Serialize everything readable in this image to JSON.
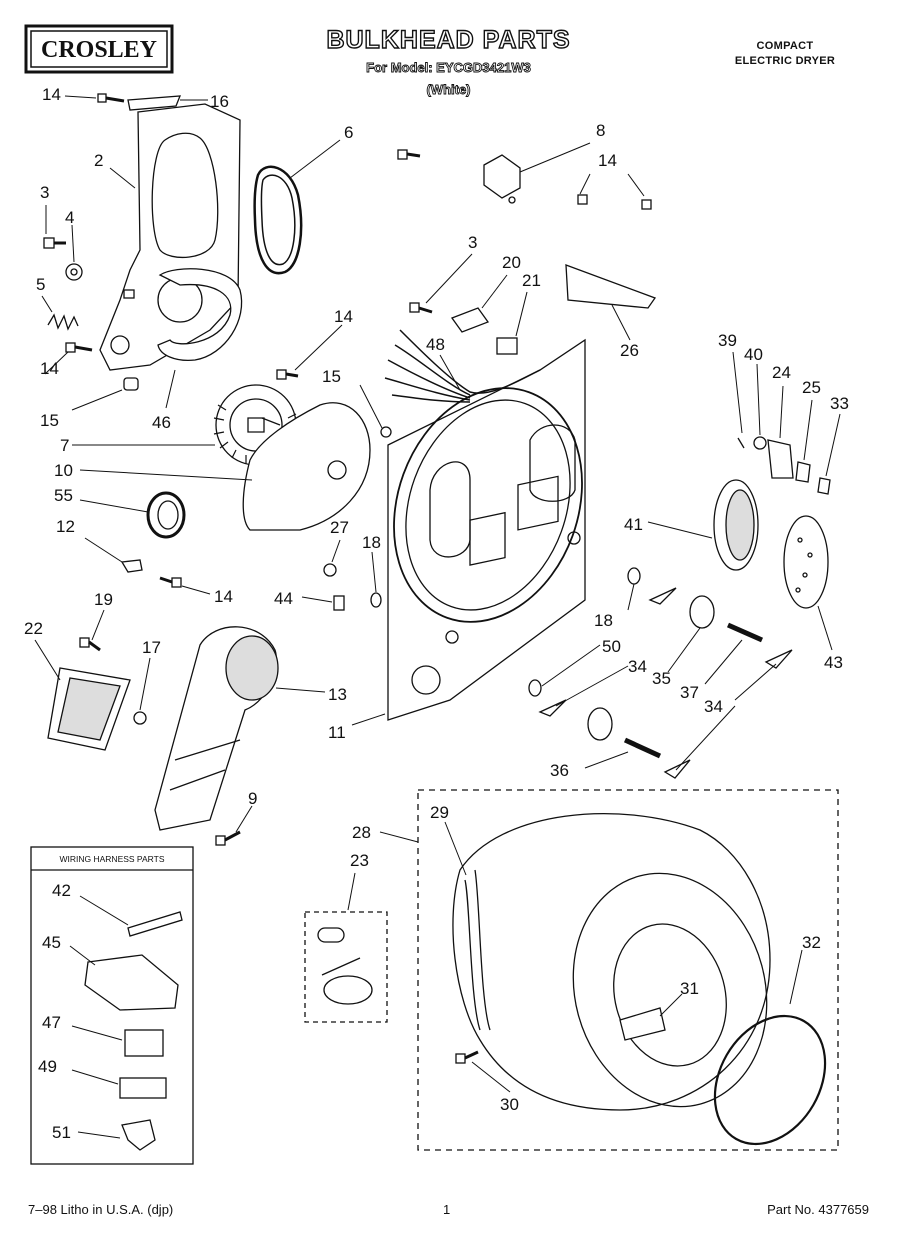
{
  "header": {
    "brand": "CROSLEY",
    "title": "BULKHEAD PARTS",
    "model_line": "For Model: EYCGD3421W3",
    "color_line": "(White)",
    "product_line1": "COMPACT",
    "product_line2": "ELECTRIC DRYER"
  },
  "harness_box": {
    "title": "WIRING HARNESS PARTS"
  },
  "footer": {
    "left": "7–98 Litho in U.S.A. (djp)",
    "page": "1",
    "part_no": "Part No. 4377659"
  },
  "callouts": {
    "n14a": "14",
    "n16": "16",
    "n6": "6",
    "n2": "2",
    "n3a": "3",
    "n4": "4",
    "n5": "5",
    "n14b": "14",
    "n15a": "15",
    "n46": "46",
    "n7": "7",
    "n10": "10",
    "n55": "55",
    "n12": "12",
    "n14c": "14",
    "n19": "19",
    "n22": "22",
    "n17": "17",
    "n13": "13",
    "n9": "9",
    "n8": "8",
    "n14d": "14",
    "n3b": "3",
    "n20": "20",
    "n21": "21",
    "n26": "26",
    "n14e": "14",
    "n48": "48",
    "n15b": "15",
    "n27": "27",
    "n18a": "18",
    "n44": "44",
    "n11": "11",
    "n39": "39",
    "n40": "40",
    "n24": "24",
    "n25": "25",
    "n33": "33",
    "n41": "41",
    "n43": "43",
    "n18b": "18",
    "n50": "50",
    "n34a": "34",
    "n35": "35",
    "n37": "37",
    "n34b": "34",
    "n36": "36",
    "n28": "28",
    "n29": "29",
    "n23": "23",
    "n32": "32",
    "n31": "31",
    "n30": "30",
    "n42": "42",
    "n45": "45",
    "n47": "47",
    "n49": "49",
    "n51": "51"
  }
}
